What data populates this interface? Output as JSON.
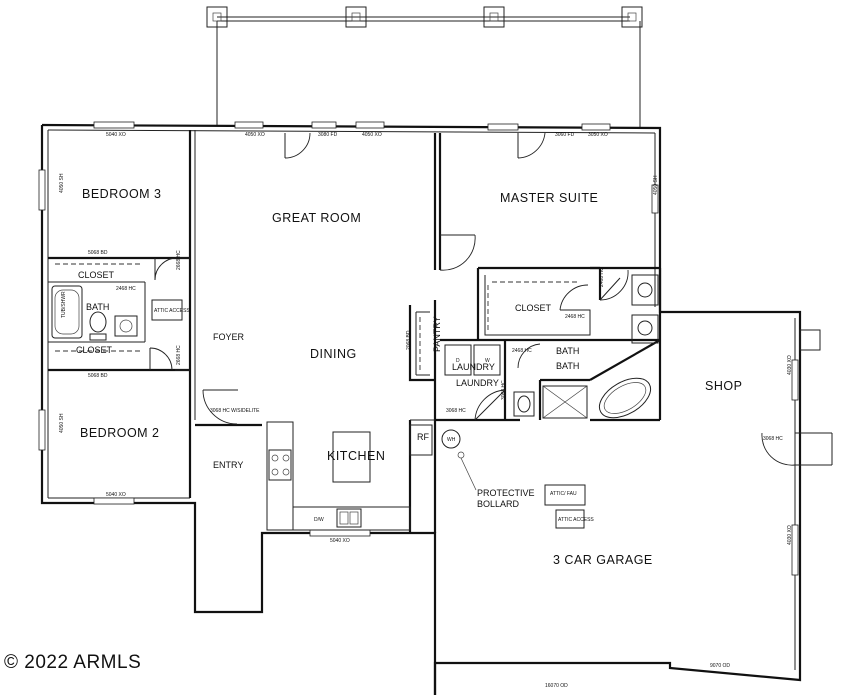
{
  "rooms": {
    "bedroom3": "BEDROOM 3",
    "great_room": "GREAT ROOM",
    "master_suite": "MASTER SUITE",
    "closet_bed3": "CLOSET",
    "bath_main": "BATH",
    "tub_shower": "TUB/SHWR",
    "attic_access_1": "ATTIC ACCESS",
    "closet_master": "CLOSET",
    "closet_bed2": "CLOSET",
    "foyer": "FOYER",
    "dining": "DINING",
    "pantry": "PANTRY",
    "laundry_label": "LAUNDRY",
    "laundry_room": "LAUNDRY",
    "master_bath_1": "BATH",
    "master_bath_2": "BATH",
    "shop": "SHOP",
    "bedroom2": "BEDROOM 2",
    "kitchen": "KITCHEN",
    "entry": "ENTRY",
    "garage": "3 CAR GARAGE",
    "refrigerator": "RF",
    "water_heater": "WH",
    "dishwasher": "D/W",
    "washer_d": "D",
    "washer_w": "W",
    "attic_fau": "ATTIC/ FAU",
    "attic_access_2": "ATTIC ACCESS",
    "protective_bollard_1": "PROTECTIVE",
    "protective_bollard_2": "BOLLARD"
  },
  "dimensions": {
    "top_window_1": "5040 XO",
    "top_window_2": "4050 XO",
    "top_door_1": "3080 FD",
    "top_window_3": "4050 XO",
    "top_door_2": "3060 FD",
    "top_window_4": "3050 XO",
    "bed3_side": "4050 SH",
    "closet_bed3_door": "5068 BD",
    "bath_door": "2468 HC",
    "bed3_door": "2668 HC",
    "closet_bed2_door": "5068 BD",
    "bed2_door": "2668 HC",
    "bed2_side": "4050 SH",
    "bed2_bottom": "5040 XO",
    "entry_door": "3068 HC W/SIDELITE",
    "kitchen_window": "5040 XO",
    "pantry_door": "2068 BD",
    "laundry_door": "3068 HC",
    "master_side": "4050 SH",
    "master_closet_door": "2468 HC",
    "laundry_bath_door": "2468 HC",
    "bath_door_2": "3068 HC",
    "shop_side_1": "4030 XO",
    "shop_side_2": "4030 XO",
    "shop_door": "3068 HC",
    "garage_door": "16070 OD",
    "shop_door_bottom": "9070 OD",
    "master_tub_door": "2468 HC"
  },
  "copyright": "© 2022 ARMLS"
}
